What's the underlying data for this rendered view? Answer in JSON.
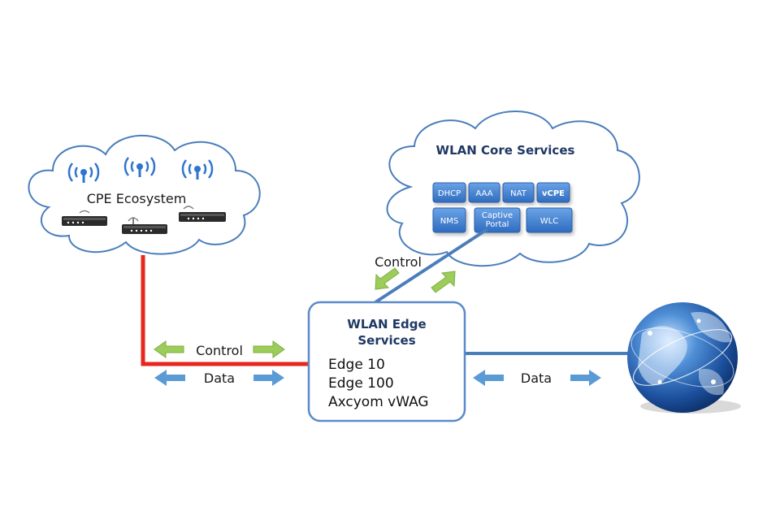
{
  "cpe": {
    "label": "CPE Ecosystem"
  },
  "core": {
    "title": "WLAN Core Services",
    "services": [
      "DHCP",
      "AAA",
      "NAT",
      "vCPE",
      "NMS",
      "Captive Portal",
      "WLC"
    ]
  },
  "edge": {
    "title": "WLAN Edge Services",
    "items": [
      "Edge 10",
      "Edge 100",
      "Axcyom vWAG"
    ]
  },
  "links": {
    "cpe_control": "Control",
    "cpe_data": "Data",
    "core_control": "Control",
    "internet_data": "Data"
  },
  "colors": {
    "cpe_link": "#e8261d",
    "core_link": "#4a7ebb",
    "control_arrow": "#9ccc5a",
    "data_arrow": "#5b9bd5",
    "service_box": "#3f7fcf",
    "edge_border": "#5b8ac9",
    "cloud_border": "#4a7ebb"
  },
  "icons": {
    "wifi": "wifi-icon",
    "router": "router-icon",
    "globe": "globe-icon"
  }
}
